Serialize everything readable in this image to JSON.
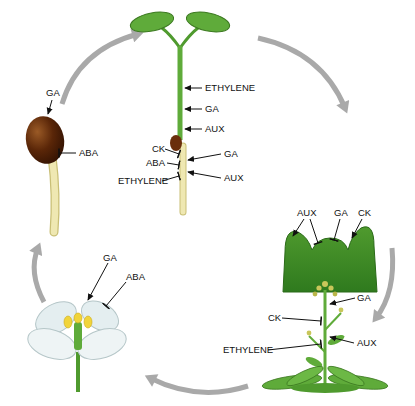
{
  "diagram": {
    "labels": [
      "ETHYLENE",
      "GA",
      "AUX",
      "CK",
      "GA",
      "ABA",
      "ETHYLENE",
      "AUX",
      "GA",
      "ABA",
      "AUX",
      "GA",
      "CK",
      "GA",
      "ABA",
      "GA",
      "CK",
      "AUX",
      "ETHYLENE"
    ]
  }
}
